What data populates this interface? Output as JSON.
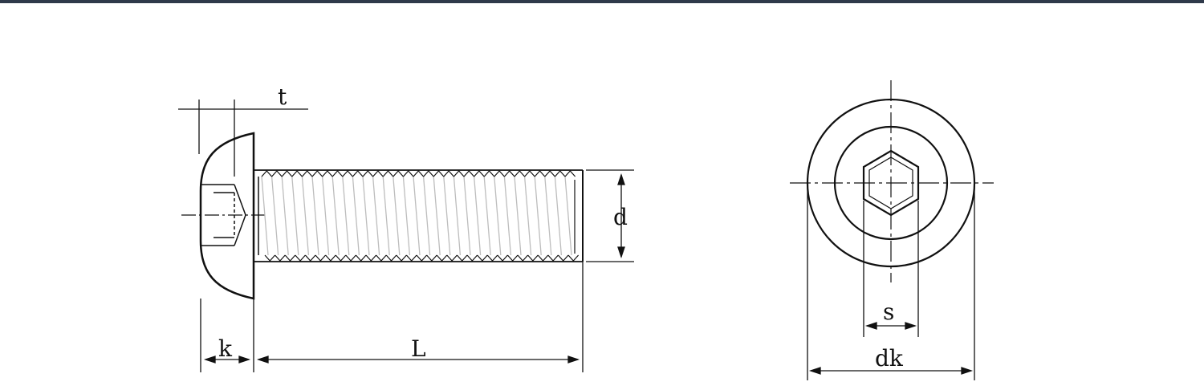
{
  "colors": {
    "top_bar": "#2f3a4a",
    "line": "#111111",
    "thread_gray": "#bdbdbd"
  },
  "labels": {
    "t": "t",
    "k": "k",
    "L": "L",
    "d": "d",
    "s": "s",
    "dk": "dk"
  }
}
